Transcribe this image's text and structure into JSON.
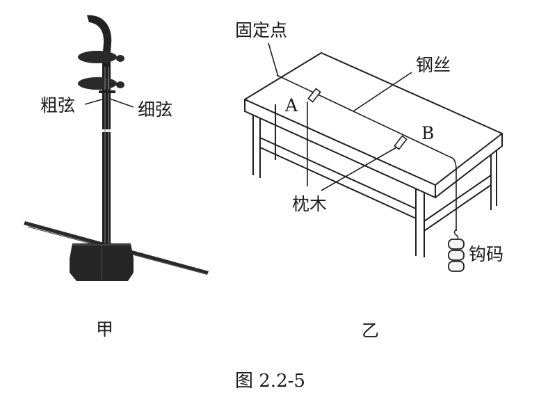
{
  "figure_a": {
    "instrument_label": "甲",
    "thick_string_label": "粗弦",
    "thin_string_label": "细弦"
  },
  "figure_b": {
    "figure_label": "乙",
    "fixed_point_label": "固定点",
    "steel_wire_label": "钢丝",
    "point_a_label": "A",
    "point_b_label": "B",
    "bridge_label": "枕木",
    "weights_label": "钩码"
  },
  "caption": "图 2.2-5"
}
